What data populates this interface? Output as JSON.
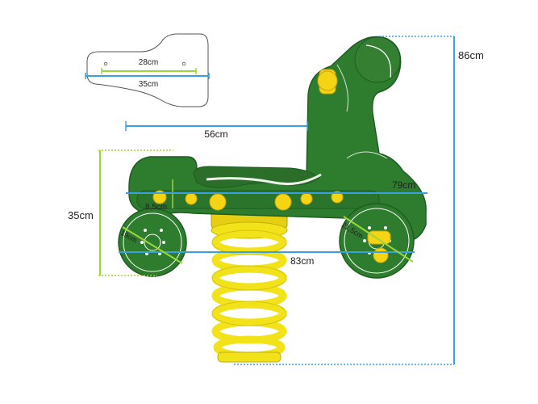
{
  "colors": {
    "body_green": "#2e7d2e",
    "body_dark": "#1f5c22",
    "seat_white": "#eef3ea",
    "spring_yellow": "#f2e21a",
    "knob_yellow": "#f5d315",
    "blue_dim": "#3aa0e0",
    "green_dim": "#9bd63a"
  },
  "dimensions": {
    "seat_inner": "28cm",
    "seat_outer": "35cm",
    "seat_length": "56cm",
    "total_height": "86cm",
    "side_height": "35cm",
    "footrest_height": "8,5cm",
    "body_length": "79cm",
    "total_length": "83cm",
    "rear_wheel": "19cm",
    "front_wheel": "21,5cm"
  }
}
